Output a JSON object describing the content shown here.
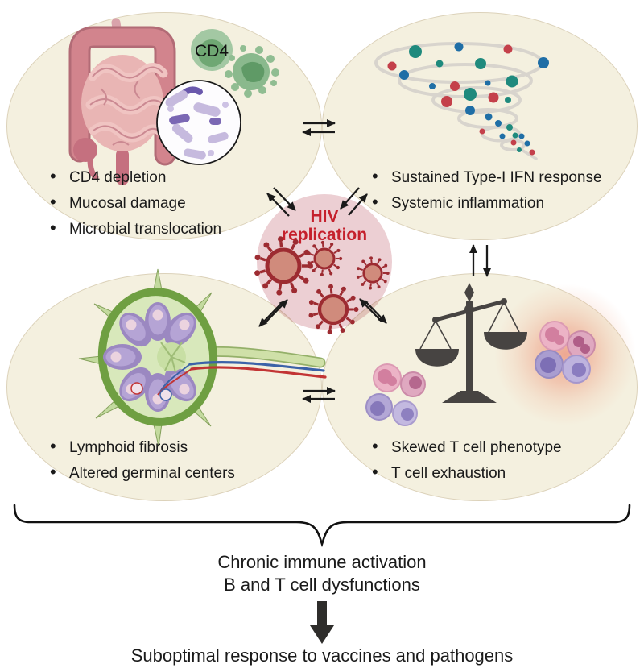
{
  "ui": {
    "bullet_char": "•"
  },
  "colors": {
    "cream": "#f4f0df",
    "cream_border": "#dcd2ba",
    "hiv_pink": "#eccfd3",
    "accent_red": "#c5202c",
    "virus_dark_red": "#9d2b31",
    "virus_body": "#d08b7c",
    "dot_teal": "#1f8a7d",
    "dot_blue": "#1f6ea6",
    "dot_red": "#c4404a",
    "arrow_black": "#1a1a1a",
    "scale_gray": "#474442",
    "glow_red": "#e86c52",
    "lymph_green": "#6f9f42",
    "cell_pink": "#ecb3c6",
    "cell_purple": "#b3a7d6"
  },
  "center": {
    "label": "HIV replication"
  },
  "quadrants": {
    "gut": {
      "cd4_label": "CD4",
      "bullets": [
        "CD4 depletion",
        "Mucosal damage",
        "Microbial translocation"
      ]
    },
    "ifn": {
      "bullets": [
        "Sustained Type-I IFN response",
        "Systemic inflammation"
      ]
    },
    "lymph": {
      "bullets": [
        "Lymphoid fibrosis",
        "Altered germinal centers"
      ]
    },
    "tcell": {
      "bullets": [
        "Skewed T cell phenotype",
        "T cell exhaustion"
      ]
    }
  },
  "outcome": {
    "line1": "Chronic immune activation",
    "line2": "B and T cell dysfunctions",
    "final": "Suboptimal response to vaccines and pathogens"
  }
}
